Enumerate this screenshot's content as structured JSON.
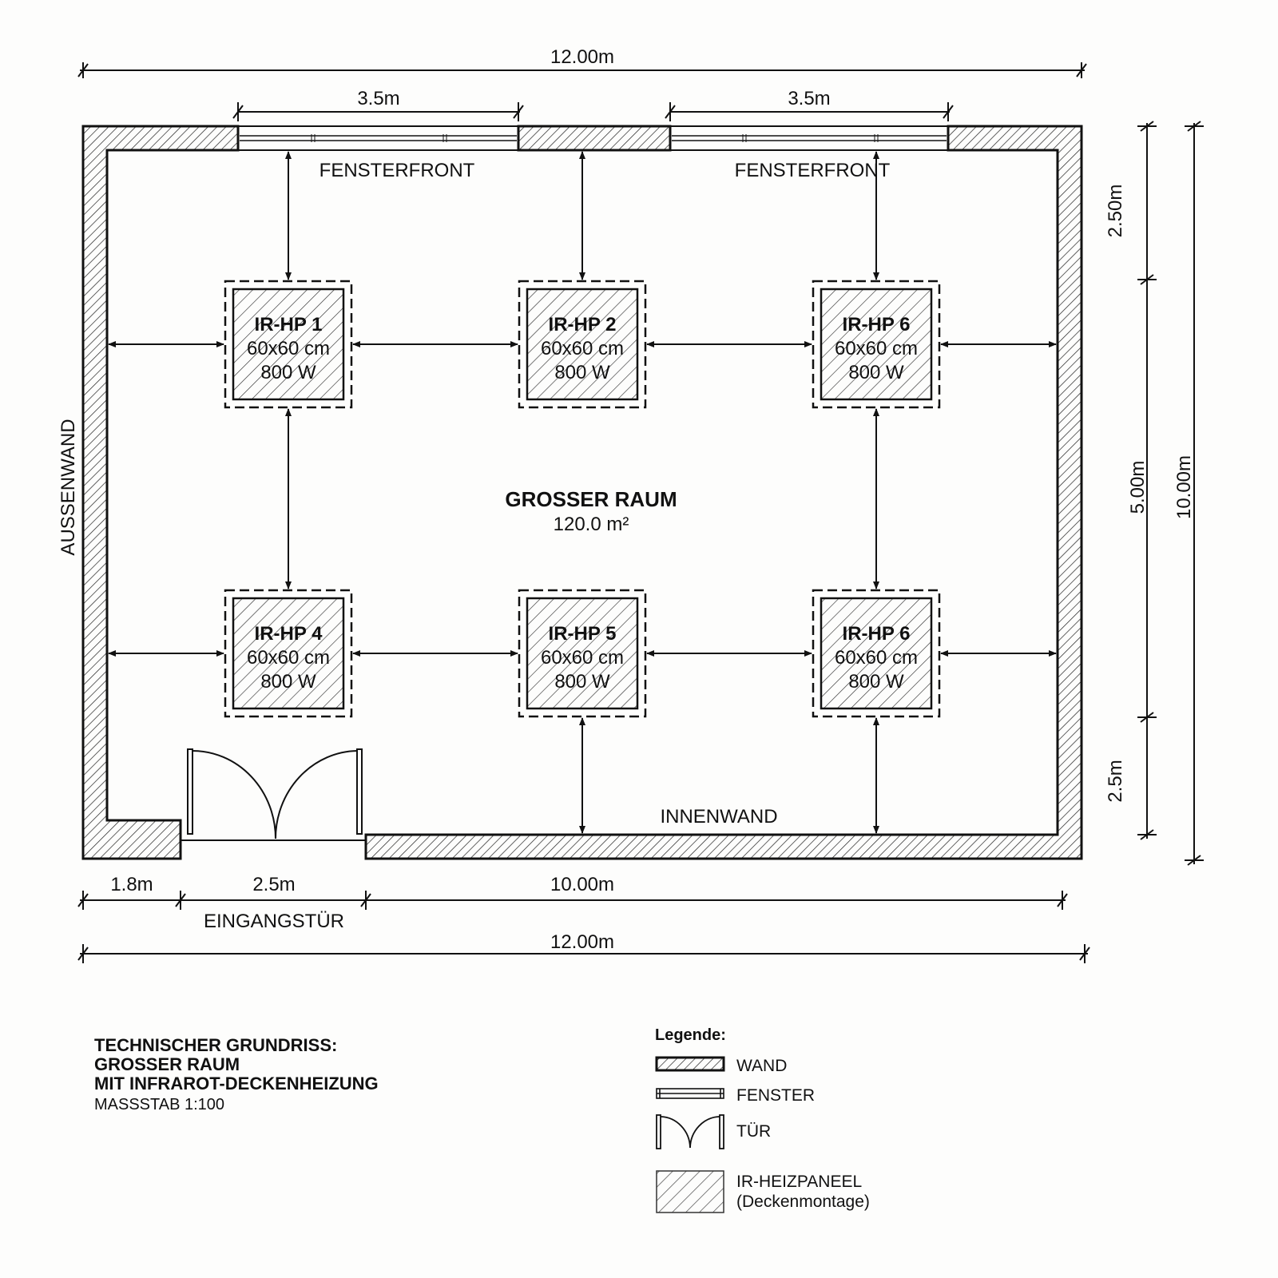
{
  "plan": {
    "room_name": "GROSSER RAUM",
    "room_area": "120.0 m²",
    "labels": {
      "window_front_left": "FENSTERFRONT",
      "window_front_right": "FENSTERFRONT",
      "outer_wall": "AUSSENWAND",
      "inner_wall": "INNENWAND",
      "entrance_door": "EINGANGSTÜR"
    },
    "dimensions": {
      "top_total": "12.00m",
      "window_left": "3.5m",
      "window_right": "3.5m",
      "bottom_left": "1.8m",
      "bottom_door": "2.5m",
      "bottom_right": "10.00m",
      "bottom_total": "12.00m",
      "right_top": "2.50m",
      "right_middle": "5.00m",
      "right_bottom": "2.5m",
      "right_total": "10.00m"
    },
    "panels": [
      {
        "id": "IR-HP 1",
        "size": "60x60 cm",
        "power": "800 W"
      },
      {
        "id": "IR-HP 2",
        "size": "60x60 cm",
        "power": "800 W"
      },
      {
        "id": "IR-HP 6",
        "size": "60x60 cm",
        "power": "800 W"
      },
      {
        "id": "IR-HP 4",
        "size": "60x60 cm",
        "power": "800 W"
      },
      {
        "id": "IR-HP 5",
        "size": "60x60 cm",
        "power": "800 W"
      },
      {
        "id": "IR-HP 6",
        "size": "60x60 cm",
        "power": "800 W"
      }
    ],
    "colors": {
      "line": "#111111",
      "background": "#fdfdfc"
    }
  },
  "title_block": {
    "line1": "TECHNISCHER GRUNDRISS:",
    "line2": "GROSSER RAUM",
    "line3": "MIT INFRAROT-DECKENHEIZUNG",
    "scale": "MASSSTAB 1:100"
  },
  "legend": {
    "heading": "Legende:",
    "items": [
      {
        "symbol": "wall-hatch",
        "label": "WAND"
      },
      {
        "symbol": "window",
        "label": "FENSTER"
      },
      {
        "symbol": "door",
        "label": "TÜR"
      },
      {
        "symbol": "panel-hatch",
        "label": "IR-HEIZPANEEL"
      }
    ],
    "panel_note": "(Deckenmontage)"
  }
}
